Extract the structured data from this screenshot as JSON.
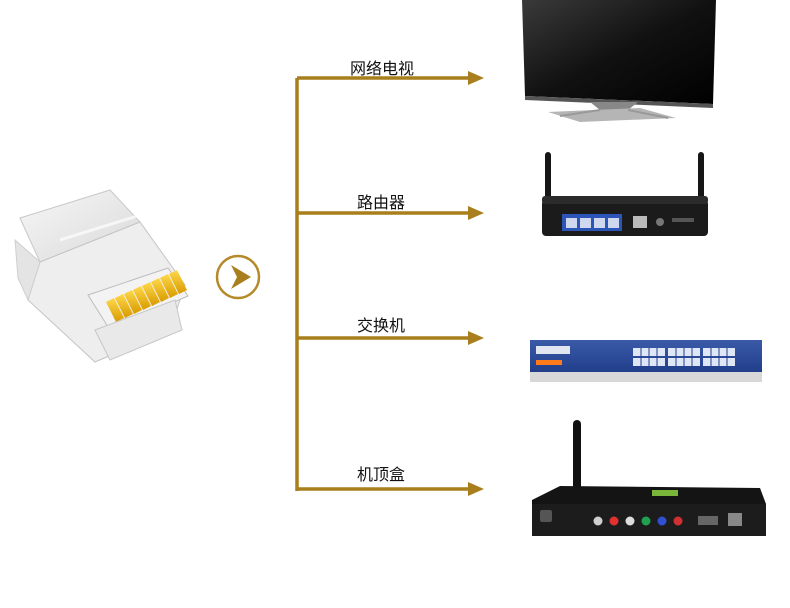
{
  "diagram": {
    "source": {
      "name": "RJ45 connector",
      "icon": "rj45-connector-icon"
    },
    "flow_icon": "play-circle-icon",
    "colors": {
      "connector_line": "#A97E1C",
      "arrow_circle": "#B58B2A",
      "label_text": "#111111"
    },
    "targets": [
      {
        "label": "网络电视",
        "icon": "tv-icon"
      },
      {
        "label": "路由器",
        "icon": "router-icon"
      },
      {
        "label": "交换机",
        "icon": "network-switch-icon"
      },
      {
        "label": "机顶盒",
        "icon": "set-top-box-icon"
      }
    ]
  }
}
